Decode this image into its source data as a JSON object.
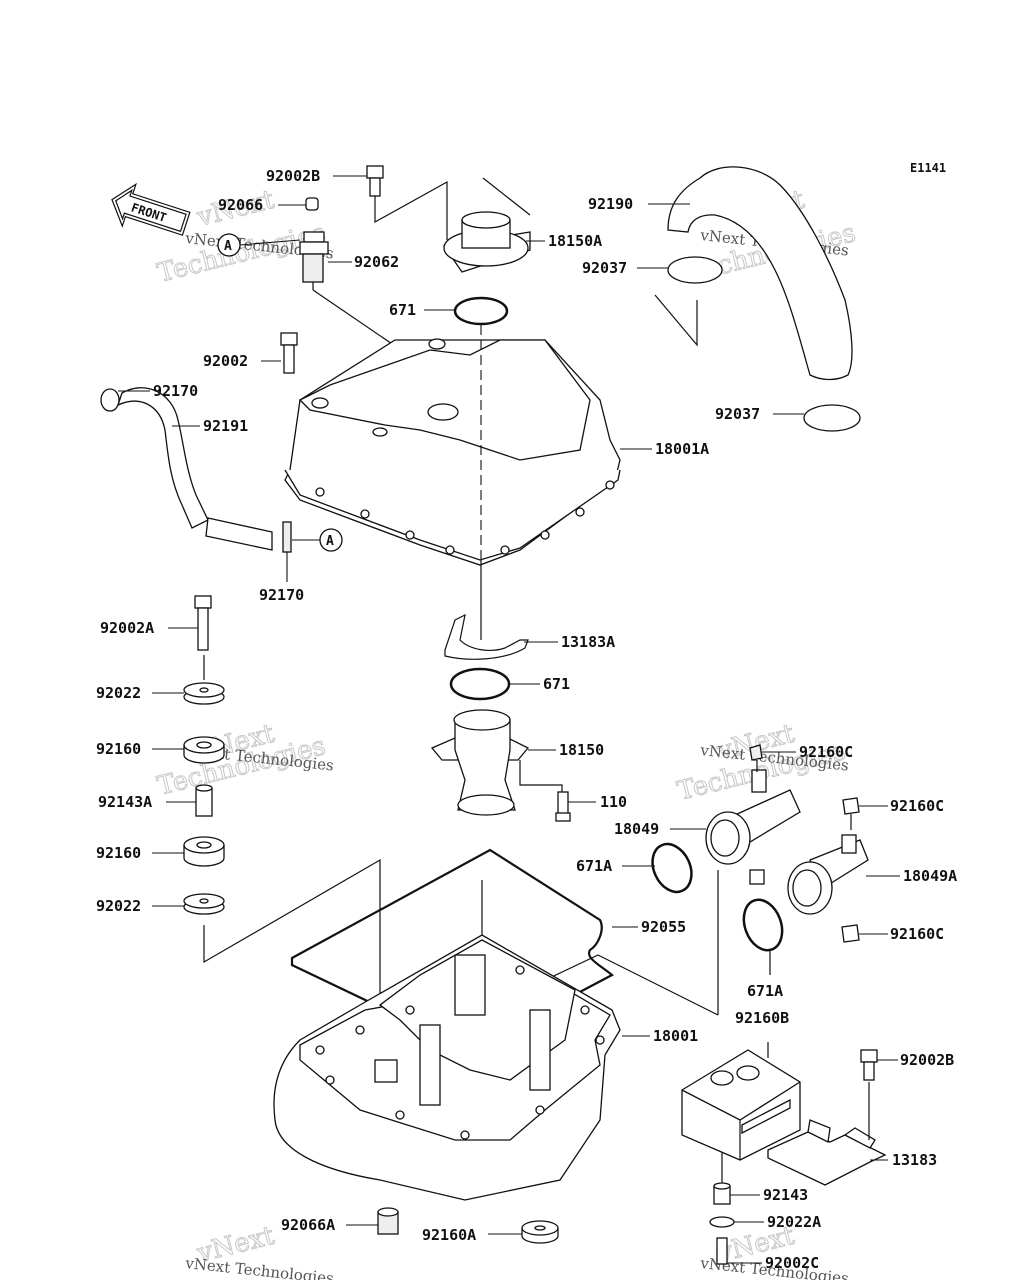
{
  "diagram_code": "E1141",
  "front_label": "FRONT",
  "ref_marker": "A",
  "watermark": {
    "brand": "vNext",
    "name": "Technologies",
    "full": "vNext Technologies"
  },
  "parts": {
    "p92002B_top": "92002B",
    "p92066": "92066",
    "p92062": "92062",
    "p18150A": "18150A",
    "p671_top": "671",
    "p92190": "92190",
    "p92037_top": "92037",
    "p92002": "92002",
    "p92170_top": "92170",
    "p92191": "92191",
    "p92037_mid": "92037",
    "p18001A": "18001A",
    "p92170_bot": "92170",
    "p92002A": "92002A",
    "p13183A": "13183A",
    "p92022_top": "92022",
    "p671_mid": "671",
    "p92160_top": "92160",
    "p18150": "18150",
    "p92160C_1": "92160C",
    "p92143A": "92143A",
    "p110": "110",
    "p92160C_2": "92160C",
    "p18049": "18049",
    "p92160_mid": "92160",
    "p671A_left": "671A",
    "p18049A": "18049A",
    "p92022_mid": "92022",
    "p92055": "92055",
    "p92160C_3": "92160C",
    "p671A_bot": "671A",
    "p18001": "18001",
    "p92160B": "92160B",
    "p92002B_bot": "92002B",
    "p13183": "13183",
    "p92143": "92143",
    "p92022A": "92022A",
    "p92066A": "92066A",
    "p92160A": "92160A",
    "p92002C": "92002C"
  }
}
